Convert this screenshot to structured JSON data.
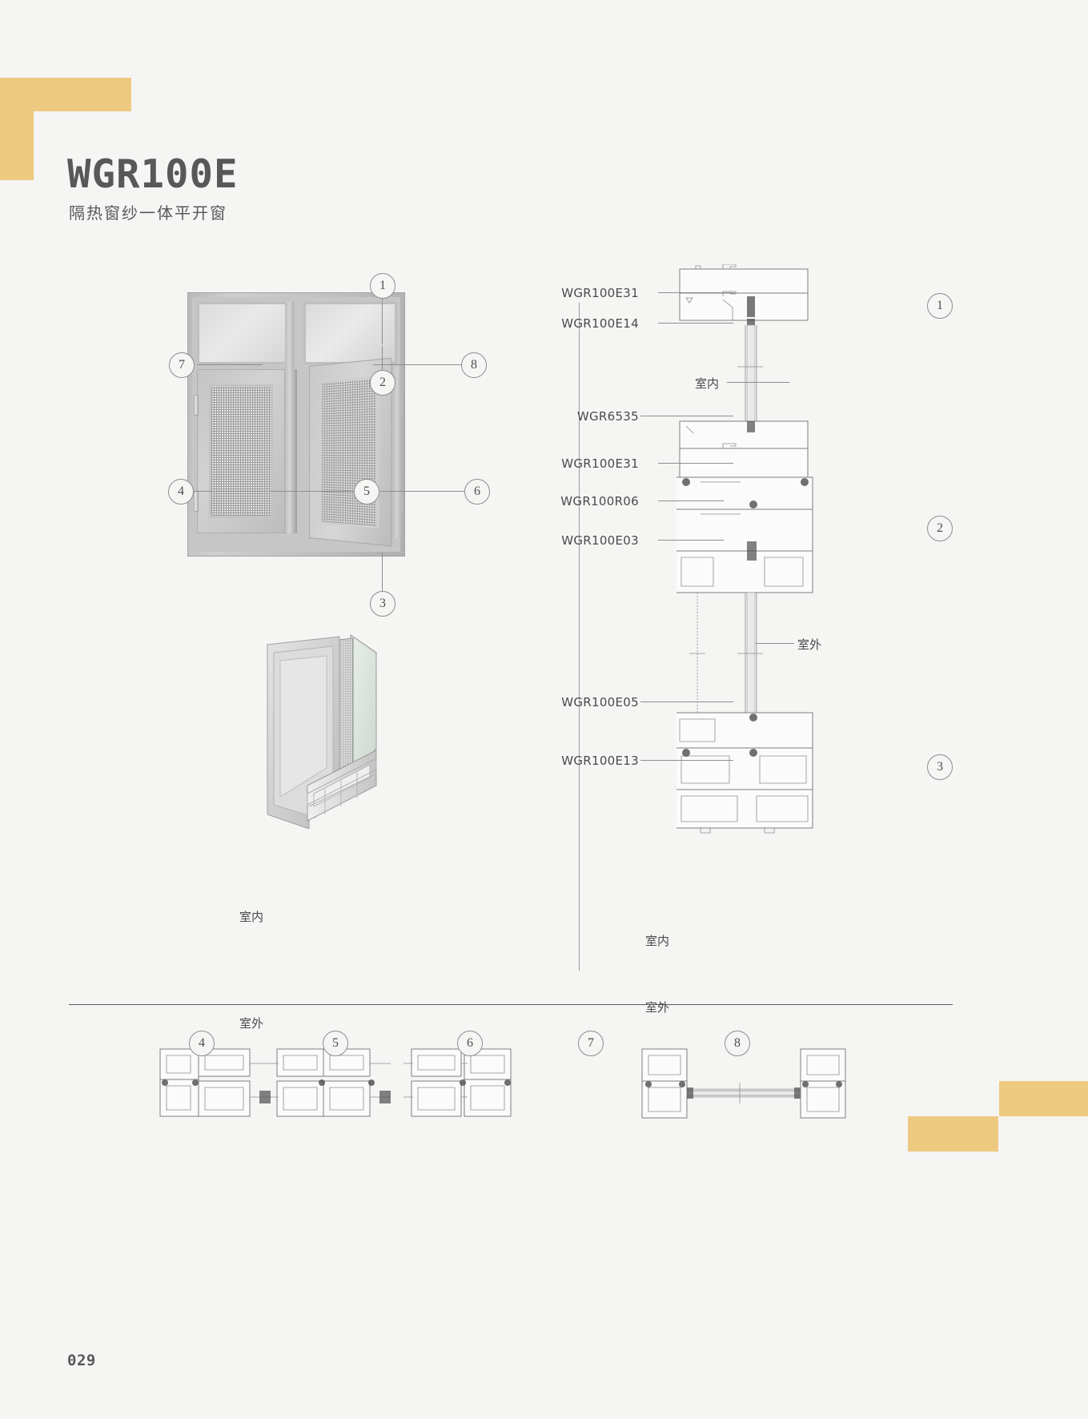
{
  "header": {
    "title": "WGR100E",
    "subtitle": "隔热窗纱一体平开窗"
  },
  "page_number": "029",
  "colors": {
    "accent": "#eec980",
    "text": "#58585a",
    "line": "#8e8e8e",
    "background": "#f5f5f4"
  },
  "elevation": {
    "name": "window-elevation-photo",
    "callouts": [
      {
        "id": "1",
        "label": "1"
      },
      {
        "id": "2",
        "label": "2"
      },
      {
        "id": "3",
        "label": "3"
      },
      {
        "id": "4",
        "label": "4"
      },
      {
        "id": "5",
        "label": "5"
      },
      {
        "id": "6",
        "label": "6"
      },
      {
        "id": "7",
        "label": "7"
      },
      {
        "id": "8",
        "label": "8"
      }
    ]
  },
  "corner_photo": {
    "name": "corner-assembly-photo"
  },
  "section_column": {
    "part_labels": [
      {
        "code": "WGR100E31"
      },
      {
        "code": "WGR100E14"
      },
      {
        "code": "WGR6535"
      },
      {
        "code": "WGR100E31"
      },
      {
        "code": "WGR100R06"
      },
      {
        "code": "WGR100E03"
      },
      {
        "code": "WGR100E05"
      },
      {
        "code": "WGR100E13"
      }
    ],
    "orientation_labels": [
      {
        "text": "室内"
      },
      {
        "text": "室外"
      }
    ],
    "callouts": [
      {
        "label": "1"
      },
      {
        "label": "2"
      },
      {
        "label": "3"
      }
    ]
  },
  "bottom_sections": {
    "orientation_labels": [
      {
        "text": "室内"
      },
      {
        "text": "室外"
      },
      {
        "text": "室内"
      },
      {
        "text": "室外"
      }
    ],
    "callouts": [
      {
        "label": "4"
      },
      {
        "label": "5"
      },
      {
        "label": "6"
      },
      {
        "label": "7"
      },
      {
        "label": "8"
      }
    ]
  }
}
